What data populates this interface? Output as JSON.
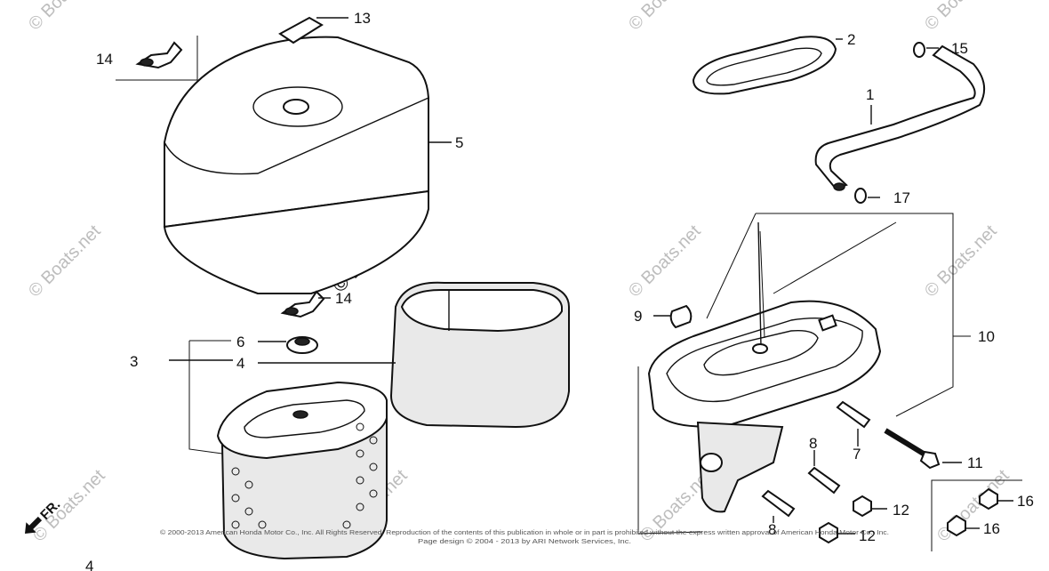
{
  "watermark": "© Boats.net",
  "direction_label": "FR.",
  "copyright_lines": [
    "© 2000-2013 American Honda Motor Co., Inc. All Rights Reserved. Reproduction of the contents of this publication in whole or in part is prohibited without the express written approval of American Honda Motor Co., Inc.",
    "Page design © 2004 - 2013 by ARI Network Services, Inc."
  ],
  "callouts": {
    "c1": "1",
    "c2": "2",
    "c3": "3",
    "c4a": "4",
    "c4b": "4",
    "c5": "5",
    "c6": "6",
    "c7": "7",
    "c8a": "8",
    "c8b": "8",
    "c9": "9",
    "c10": "10",
    "c11": "11",
    "c12a": "12",
    "c12b": "12",
    "c13": "13",
    "c14a": "14",
    "c14b": "14",
    "c15": "15",
    "c16a": "16",
    "c16b": "16",
    "c17": "17"
  },
  "icons": {
    "direction_arrow": "arrow-down-left-icon"
  }
}
